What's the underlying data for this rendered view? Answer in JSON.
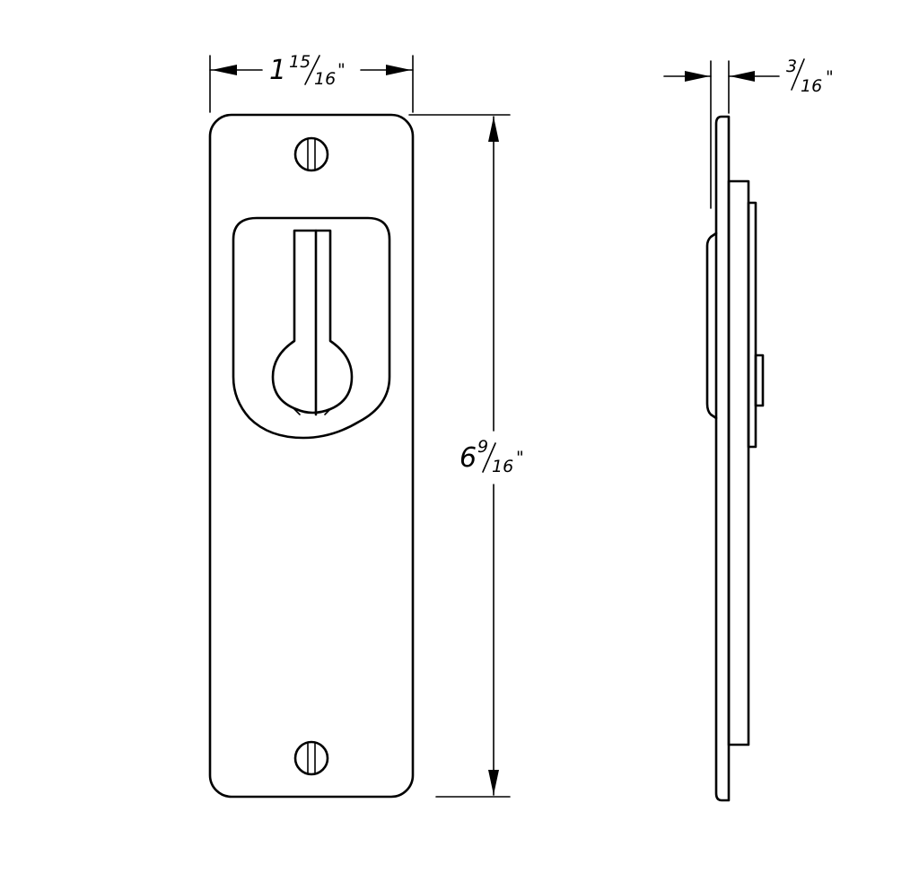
{
  "drawing": {
    "colors": {
      "ink": "#000000",
      "paper": "#ffffff"
    },
    "front_view": {
      "width_dimension": {
        "whole": "1",
        "numerator": "15",
        "denominator": "16",
        "unit": "\""
      },
      "height_dimension": {
        "whole": "6",
        "numerator": "9",
        "denominator": "16",
        "unit": "\""
      },
      "icons": [
        "slotted-screw-icon",
        "slotted-screw-icon",
        "finger-pull-icon"
      ]
    },
    "side_view": {
      "thickness_dimension": {
        "numerator": "3",
        "denominator": "16",
        "unit": "\""
      }
    }
  }
}
